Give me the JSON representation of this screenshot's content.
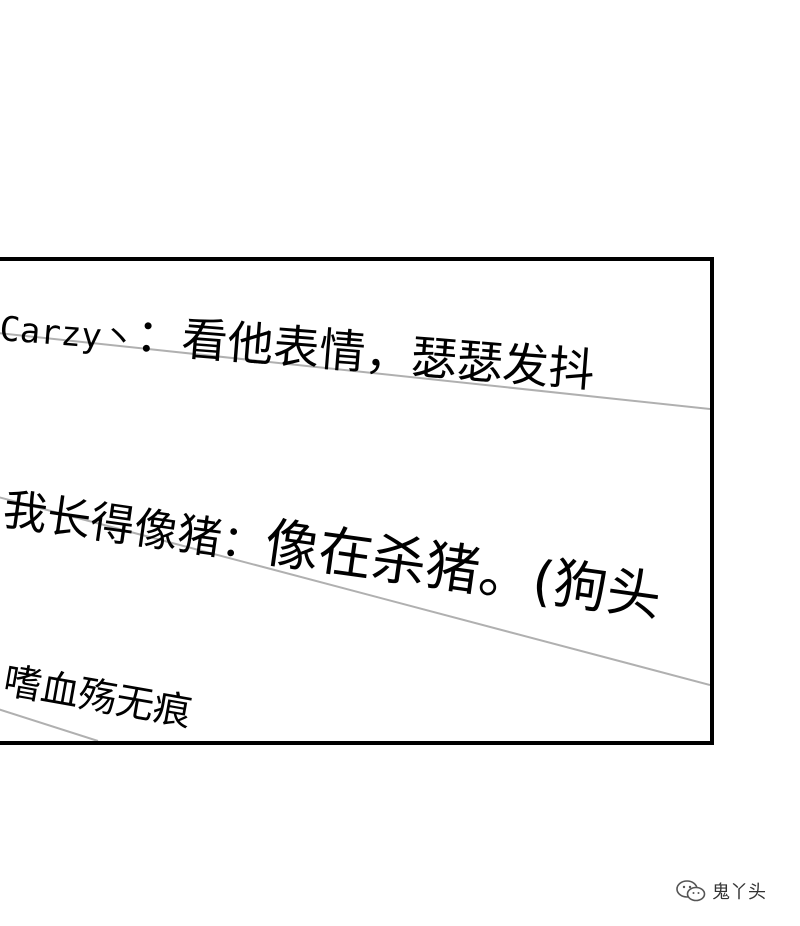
{
  "comments": [
    {
      "name": "Carzy丶",
      "separator": "：",
      "text": "看他表情，瑟瑟发抖"
    },
    {
      "name": "我长得像猪",
      "separator": "：",
      "text": "像在杀猪。(狗头"
    },
    {
      "text": "嗜血殇无痕"
    }
  ],
  "watermark": {
    "text": "鬼丫头",
    "icon": "wechat-icon"
  },
  "colors": {
    "border": "#000000",
    "divider": "#b0b0b0",
    "background": "#ffffff"
  }
}
